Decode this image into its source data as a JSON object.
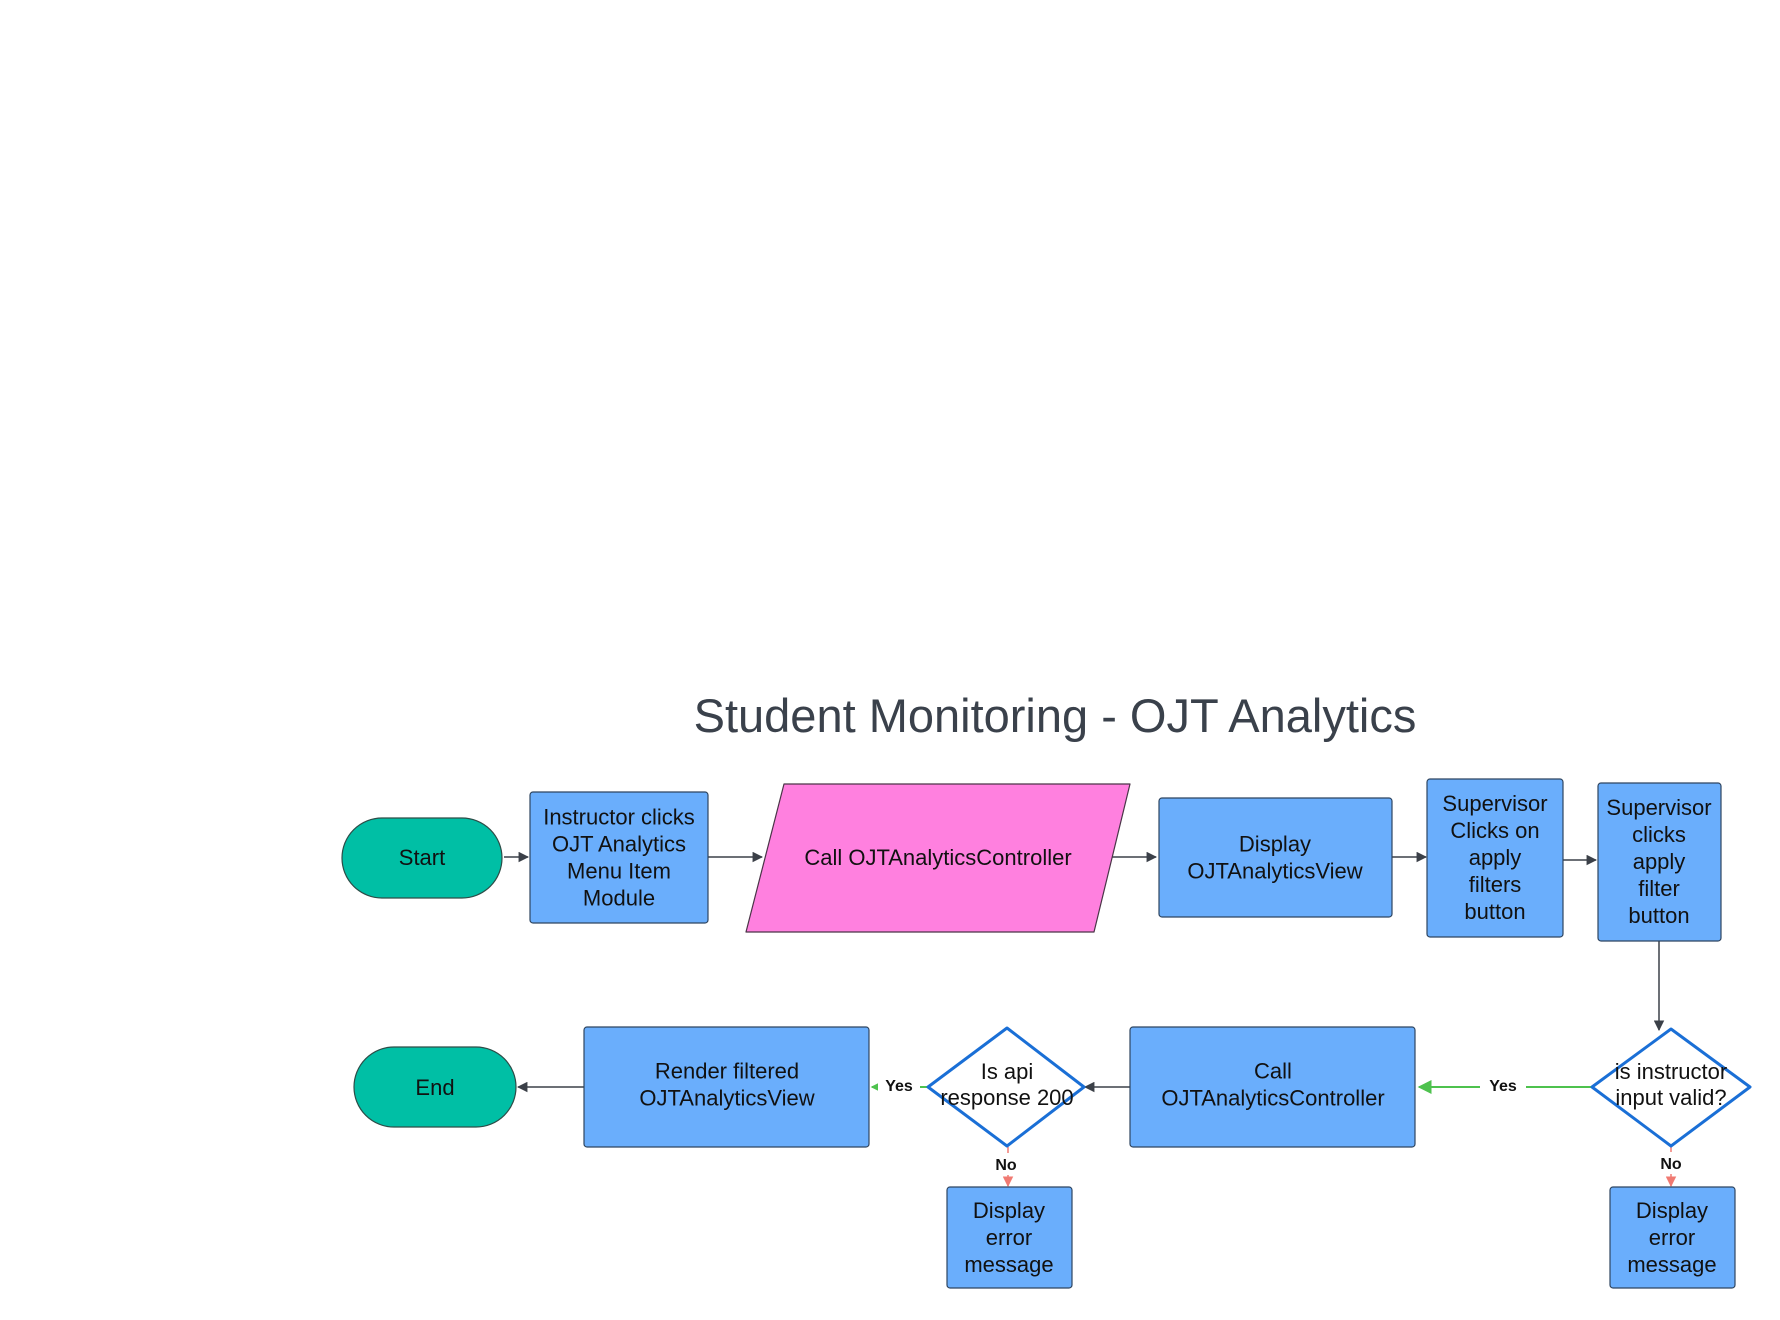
{
  "title": "Student Monitoring - OJT Analytics",
  "colors": {
    "terminal": "#00bfa5",
    "process": "#6aaefc",
    "io": "#ff80df",
    "decision_stroke": "#1a6fd6",
    "yes_edge": "#4ec24e",
    "no_edge": "#f07a72",
    "default_edge": "#3b4048"
  },
  "nodes": {
    "start": {
      "label": [
        "Start"
      ]
    },
    "instructor_clicks": {
      "label": [
        "Instructor clicks",
        "OJT Analytics",
        "Menu Item",
        "Module"
      ]
    },
    "call_controller_1": {
      "label": [
        "Call OJTAnalyticsController"
      ]
    },
    "display_view": {
      "label": [
        "Display",
        "OJTAnalyticsView"
      ]
    },
    "supervisor_apply_filters": {
      "label": [
        "Supervisor",
        "Clicks on",
        "apply",
        "filters",
        "button"
      ]
    },
    "supervisor_apply_filter": {
      "label": [
        "Supervisor",
        "clicks",
        "apply",
        "filter",
        "button"
      ]
    },
    "decision_input_valid": {
      "label": [
        "is instructor",
        "input valid?"
      ]
    },
    "error_message_1": {
      "label": [
        "Display",
        "error",
        "message"
      ]
    },
    "call_controller_2": {
      "label": [
        "Call",
        "OJTAnalyticsController"
      ]
    },
    "decision_api_response": {
      "label": [
        "Is api",
        "response 200"
      ]
    },
    "error_message_2": {
      "label": [
        "Display",
        "error",
        "message"
      ]
    },
    "render_filtered_view": {
      "label": [
        "Render filtered",
        "OJTAnalyticsView"
      ]
    },
    "end": {
      "label": [
        "End"
      ]
    }
  },
  "edge_labels": {
    "yes_valid": "Yes",
    "no_valid": "No",
    "yes_api": "Yes",
    "no_api": "No"
  }
}
